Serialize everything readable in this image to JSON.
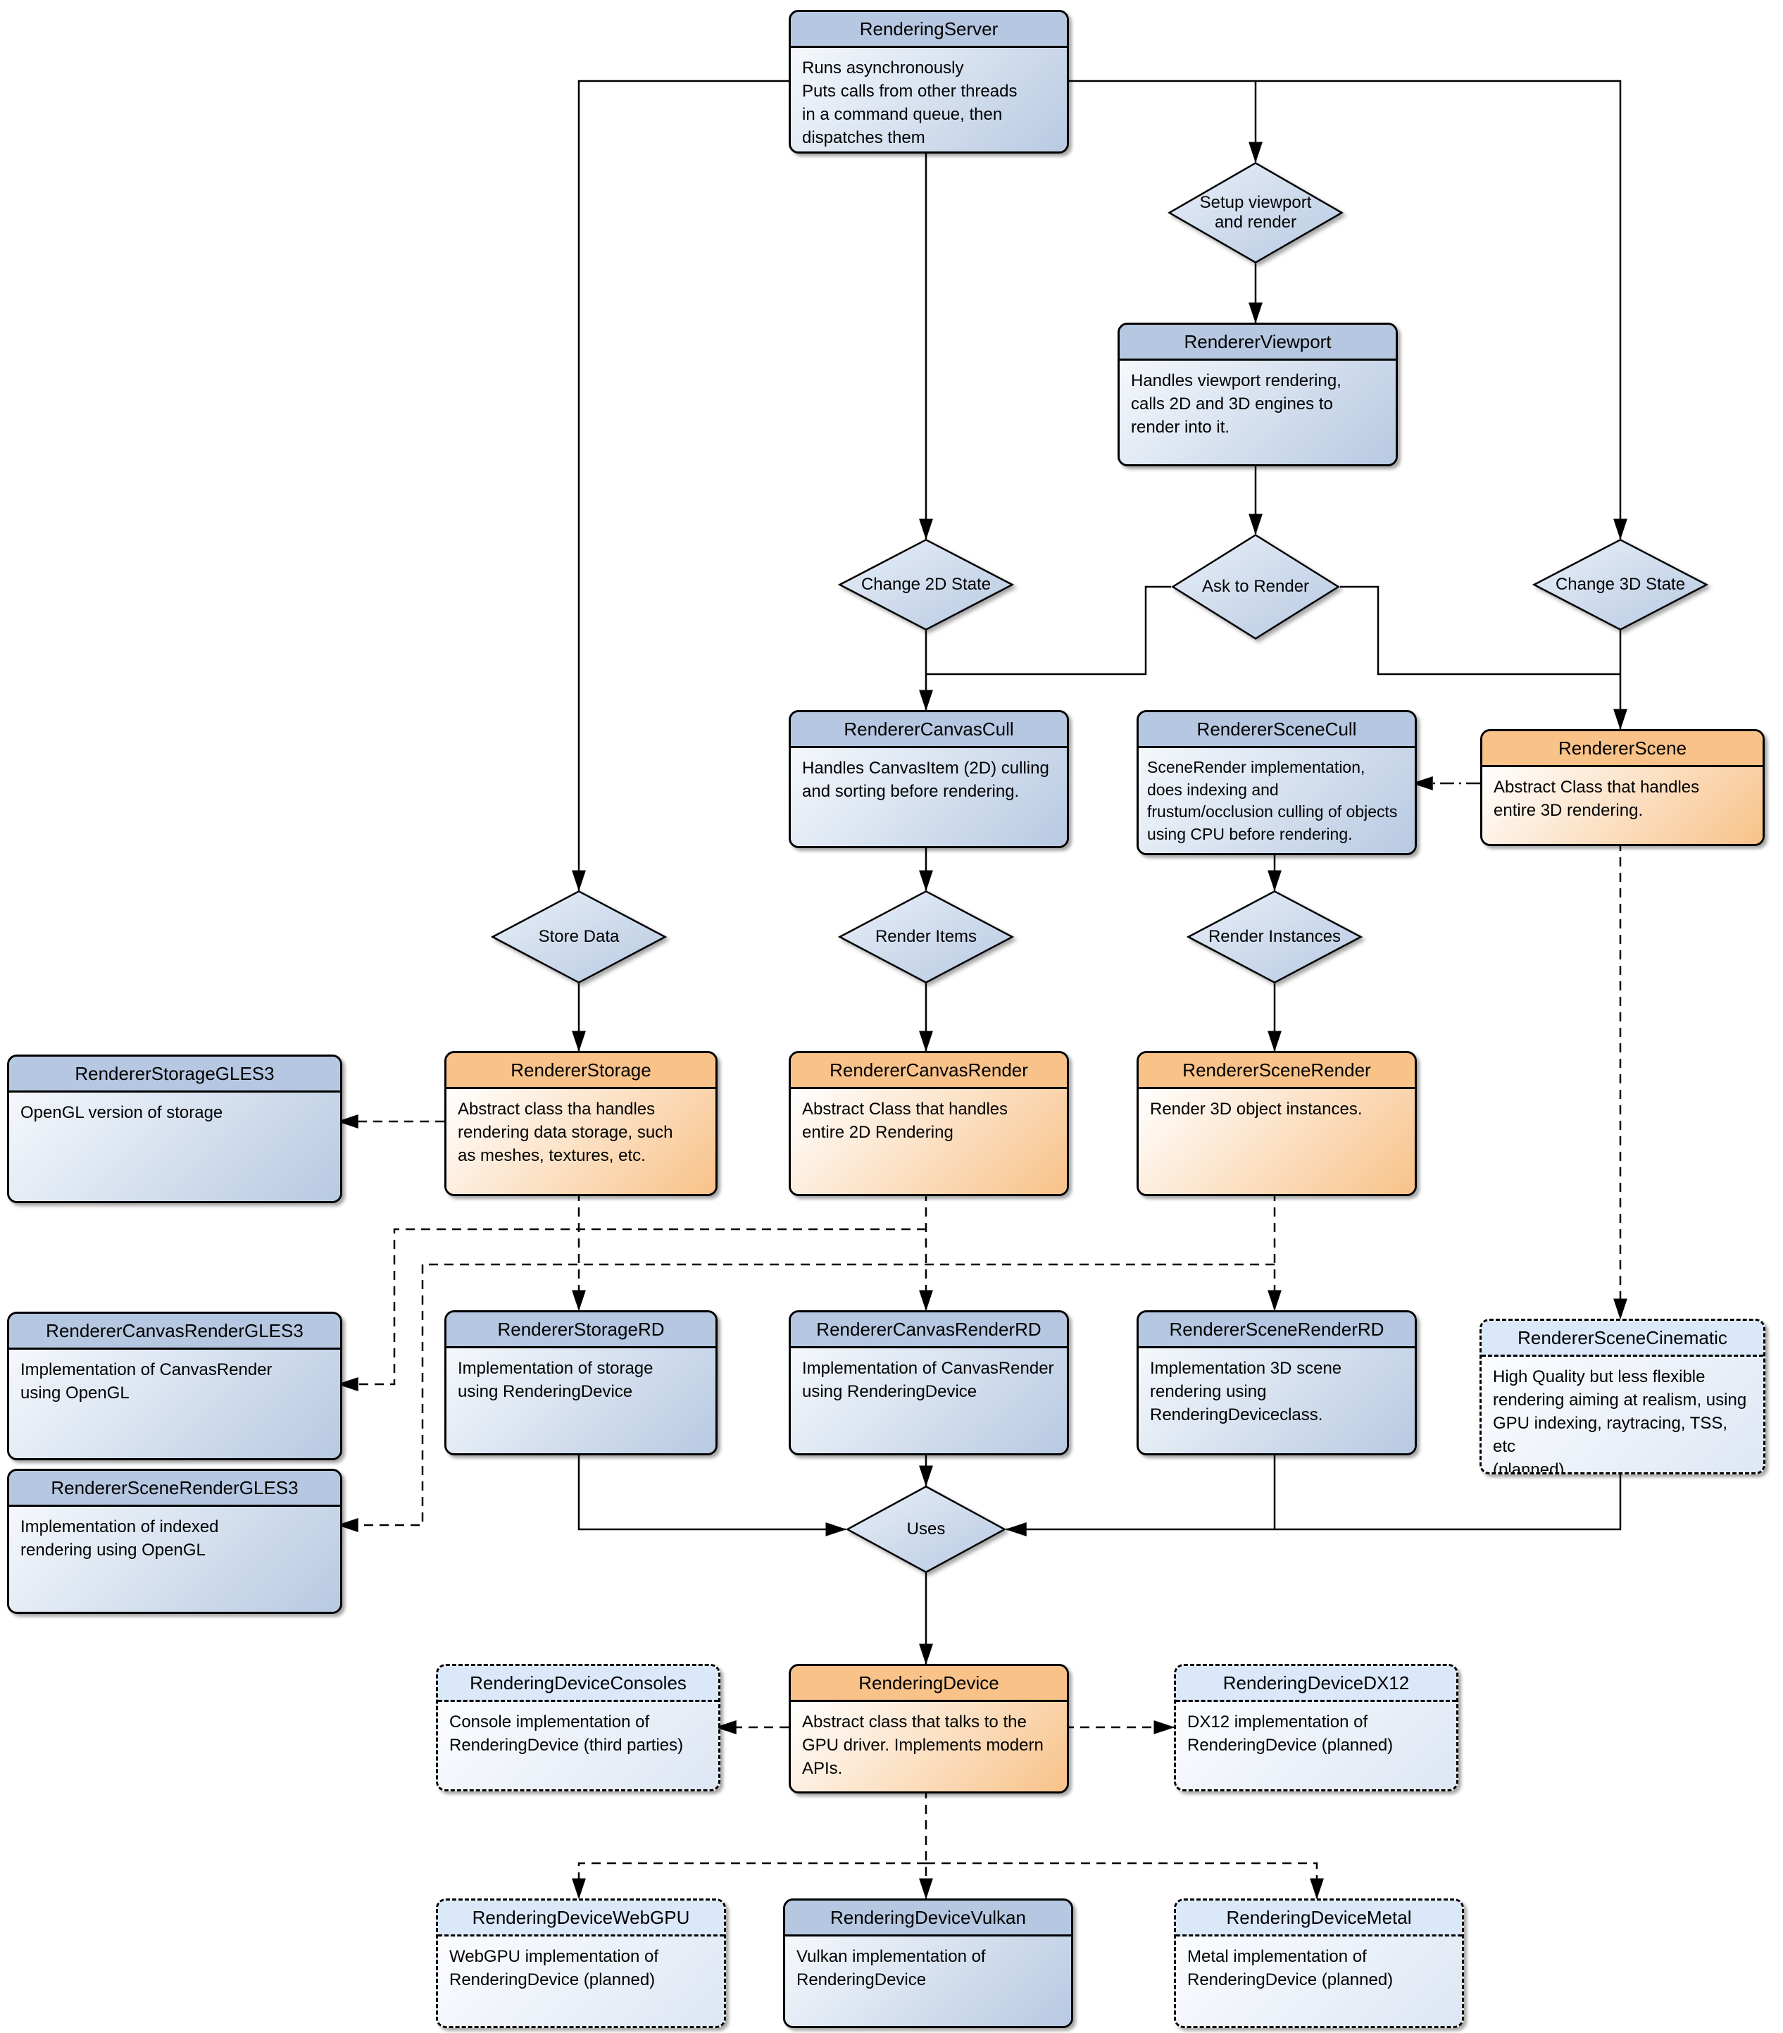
{
  "colors": {
    "blue_header": "#b5c7e1",
    "blue_body_gradient_end": "#b7c9e2",
    "orange_header": "#f8c289",
    "planned_header": "#dbe8fa",
    "planned_body": "#dde6f3",
    "line": "#000000",
    "background": "#ffffff"
  },
  "nodes": {
    "rendering_server": {
      "title": "RenderingServer",
      "body": "Runs asynchronously\nPuts calls from other threads\nin a command queue, then\ndispatches them"
    },
    "renderer_viewport": {
      "title": "RendererViewport",
      "body": "Handles viewport rendering,\ncalls 2D and 3D engines to\nrender into it."
    },
    "renderer_canvas_cull": {
      "title": "RendererCanvasCull",
      "body": "Handles CanvasItem (2D) culling\nand sorting before rendering."
    },
    "renderer_scene_cull": {
      "title": "RendererSceneCull",
      "body": "SceneRender implementation,\ndoes indexing and\nfrustum/occlusion culling of objects\nusing CPU before rendering."
    },
    "renderer_scene": {
      "title": "RendererScene",
      "body": "Abstract Class that handles\nentire 3D rendering."
    },
    "renderer_storage_gles3": {
      "title": "RendererStorageGLES3",
      "body": "OpenGL version of storage"
    },
    "renderer_storage": {
      "title": "RendererStorage",
      "body": "Abstract class tha handles\nrendering data storage, such\nas meshes, textures, etc."
    },
    "renderer_canvas_render": {
      "title": "RendererCanvasRender",
      "body": "Abstract Class that handles\nentire 2D Rendering"
    },
    "renderer_scene_render": {
      "title": "RendererSceneRender",
      "body": "Render 3D object instances."
    },
    "renderer_canvas_render_gles3": {
      "title": "RendererCanvasRenderGLES3",
      "body": "Implementation of CanvasRender\nusing OpenGL"
    },
    "renderer_storage_rd": {
      "title": "RendererStorageRD",
      "body": "Implementation of storage\nusing RenderingDevice"
    },
    "renderer_canvas_render_rd": {
      "title": "RendererCanvasRenderRD",
      "body": "Implementation of CanvasRender\nusing RenderingDevice"
    },
    "renderer_scene_render_rd": {
      "title": "RendererSceneRenderRD",
      "body": "Implementation 3D scene\nrendering using\nRenderingDeviceclass."
    },
    "renderer_scene_cinematic": {
      "title": "RendererSceneCinematic",
      "body": "High Quality but less flexible\nrendering aiming at realism, using\nGPU indexing, raytracing, TSS, etc\n(planned)"
    },
    "renderer_scene_render_gles3": {
      "title": "RendererSceneRenderGLES3",
      "body": "Implementation of indexed\nrendering using OpenGL"
    },
    "rendering_device_consoles": {
      "title": "RenderingDeviceConsoles",
      "body": "Console implementation of\nRenderingDevice (third parties)"
    },
    "rendering_device": {
      "title": "RenderingDevice",
      "body": "Abstract class that talks to the\nGPU driver. Implements modern\nAPIs."
    },
    "rendering_device_dx12": {
      "title": "RenderingDeviceDX12",
      "body": "DX12 implementation of\nRenderingDevice (planned)"
    },
    "rendering_device_webgpu": {
      "title": "RenderingDeviceWebGPU",
      "body": "WebGPU implementation of\nRenderingDevice (planned)"
    },
    "rendering_device_vulkan": {
      "title": "RenderingDeviceVulkan",
      "body": "Vulkan implementation of\nRenderingDevice"
    },
    "rendering_device_metal": {
      "title": "RenderingDeviceMetal",
      "body": "Metal implementation of\nRenderingDevice (planned)"
    }
  },
  "decisions": {
    "setup_viewport": {
      "label": "Setup viewport\nand render"
    },
    "change_2d_state": {
      "label": "Change 2D State"
    },
    "ask_to_render": {
      "label": "Ask to Render"
    },
    "change_3d_state": {
      "label": "Change 3D State"
    },
    "store_data": {
      "label": "Store Data"
    },
    "render_items": {
      "label": "Render Items"
    },
    "render_instances": {
      "label": "Render Instances"
    },
    "uses": {
      "label": "Uses"
    }
  },
  "edges": [
    {
      "from": "RenderingServer",
      "to": "Store Data",
      "style": "solid"
    },
    {
      "from": "RenderingServer",
      "to": "Change 2D State",
      "style": "solid"
    },
    {
      "from": "RenderingServer",
      "to": "Setup viewport and render",
      "style": "solid"
    },
    {
      "from": "RenderingServer",
      "to": "Change 3D State",
      "style": "solid"
    },
    {
      "from": "Setup viewport and render",
      "to": "RendererViewport",
      "style": "solid"
    },
    {
      "from": "RendererViewport",
      "to": "Ask to Render",
      "style": "solid"
    },
    {
      "from": "Change 2D State",
      "to": "RendererCanvasCull",
      "style": "solid"
    },
    {
      "from": "Ask to Render",
      "to": "RendererCanvasCull",
      "style": "solid"
    },
    {
      "from": "Ask to Render",
      "to": "RendererScene",
      "style": "solid"
    },
    {
      "from": "Change 3D State",
      "to": "RendererScene",
      "style": "solid"
    },
    {
      "from": "RendererScene",
      "to": "RendererSceneCull",
      "style": "dashdot"
    },
    {
      "from": "RendererCanvasCull",
      "to": "Render Items",
      "style": "solid"
    },
    {
      "from": "RendererSceneCull",
      "to": "Render Instances",
      "style": "solid"
    },
    {
      "from": "Store Data",
      "to": "RendererStorage",
      "style": "solid"
    },
    {
      "from": "Render Items",
      "to": "RendererCanvasRender",
      "style": "solid"
    },
    {
      "from": "Render Instances",
      "to": "RendererSceneRender",
      "style": "solid"
    },
    {
      "from": "RendererStorage",
      "to": "RendererStorageGLES3",
      "style": "dashed"
    },
    {
      "from": "RendererStorage",
      "to": "RendererStorageRD",
      "style": "dashed"
    },
    {
      "from": "RendererCanvasRender",
      "to": "RendererCanvasRenderRD",
      "style": "dashed"
    },
    {
      "from": "RendererCanvasRender",
      "to": "RendererCanvasRenderGLES3",
      "style": "dashed"
    },
    {
      "from": "RendererSceneRender",
      "to": "RendererSceneRenderRD",
      "style": "dashed"
    },
    {
      "from": "RendererSceneRender",
      "to": "RendererSceneRenderGLES3",
      "style": "dashed"
    },
    {
      "from": "RendererScene",
      "to": "RendererSceneCinematic",
      "style": "dashed"
    },
    {
      "from": "RendererStorageRD",
      "to": "Uses",
      "style": "solid"
    },
    {
      "from": "RendererCanvasRenderRD",
      "to": "Uses",
      "style": "solid"
    },
    {
      "from": "RendererSceneRenderRD",
      "to": "Uses",
      "style": "solid"
    },
    {
      "from": "RendererSceneCinematic",
      "to": "Uses",
      "style": "solid"
    },
    {
      "from": "Uses",
      "to": "RenderingDevice",
      "style": "solid"
    },
    {
      "from": "RenderingDevice",
      "to": "RenderingDeviceConsoles",
      "style": "dashed"
    },
    {
      "from": "RenderingDevice",
      "to": "RenderingDeviceDX12",
      "style": "dashed"
    },
    {
      "from": "RenderingDevice",
      "to": "RenderingDeviceWebGPU",
      "style": "dashed"
    },
    {
      "from": "RenderingDevice",
      "to": "RenderingDeviceVulkan",
      "style": "dashed"
    },
    {
      "from": "RenderingDevice",
      "to": "RenderingDeviceMetal",
      "style": "dashed"
    }
  ]
}
